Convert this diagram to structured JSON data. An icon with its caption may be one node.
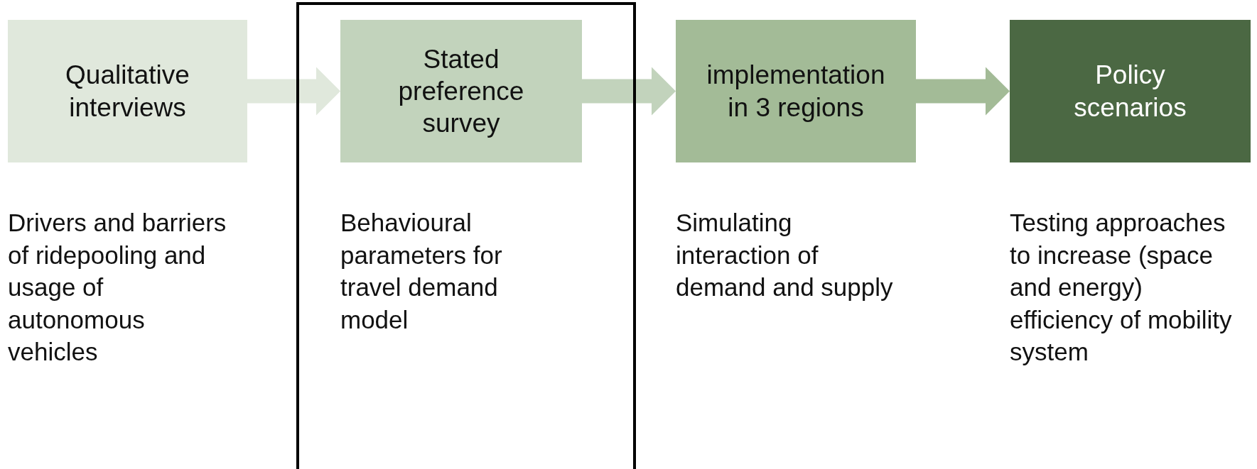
{
  "diagram": {
    "nodes": [
      {
        "text": [
          "Qualitative interviews"
        ],
        "beside": [
          "Drivers and barriers of ridepooling and usage of autonomous vehicles"
        ]
      },
      {
        "text": [],
        "shape": "box"
      },
      {
        "text": [
          "Stated preference survey"
        ],
        "in": 1,
        "beside": [
          "Behavioural parameters for travel demand model"
        ]
      },
      {
        "text": [
          "implementation in 3 regions"
        ],
        "beside": [
          "Simulating interaction of demand and supply"
        ]
      },
      {
        "text": [
          "Policy scenarios"
        ],
        "beside": [
          "Testing approaches to increase (space and energy) efficiency of mobility system"
        ]
      }
    ],
    "edges": [
      {
        "from": 0,
        "to": 2,
        "arrow": "to",
        "style": "thick",
        "color": "#e0e8dc"
      },
      {
        "from": 2,
        "to": 3,
        "arrow": "to",
        "style": "thick",
        "color": "#c2d3bc"
      },
      {
        "from": 3,
        "to": 4,
        "arrow": "to",
        "style": "thick",
        "color": "#a3bb97"
      }
    ]
  }
}
